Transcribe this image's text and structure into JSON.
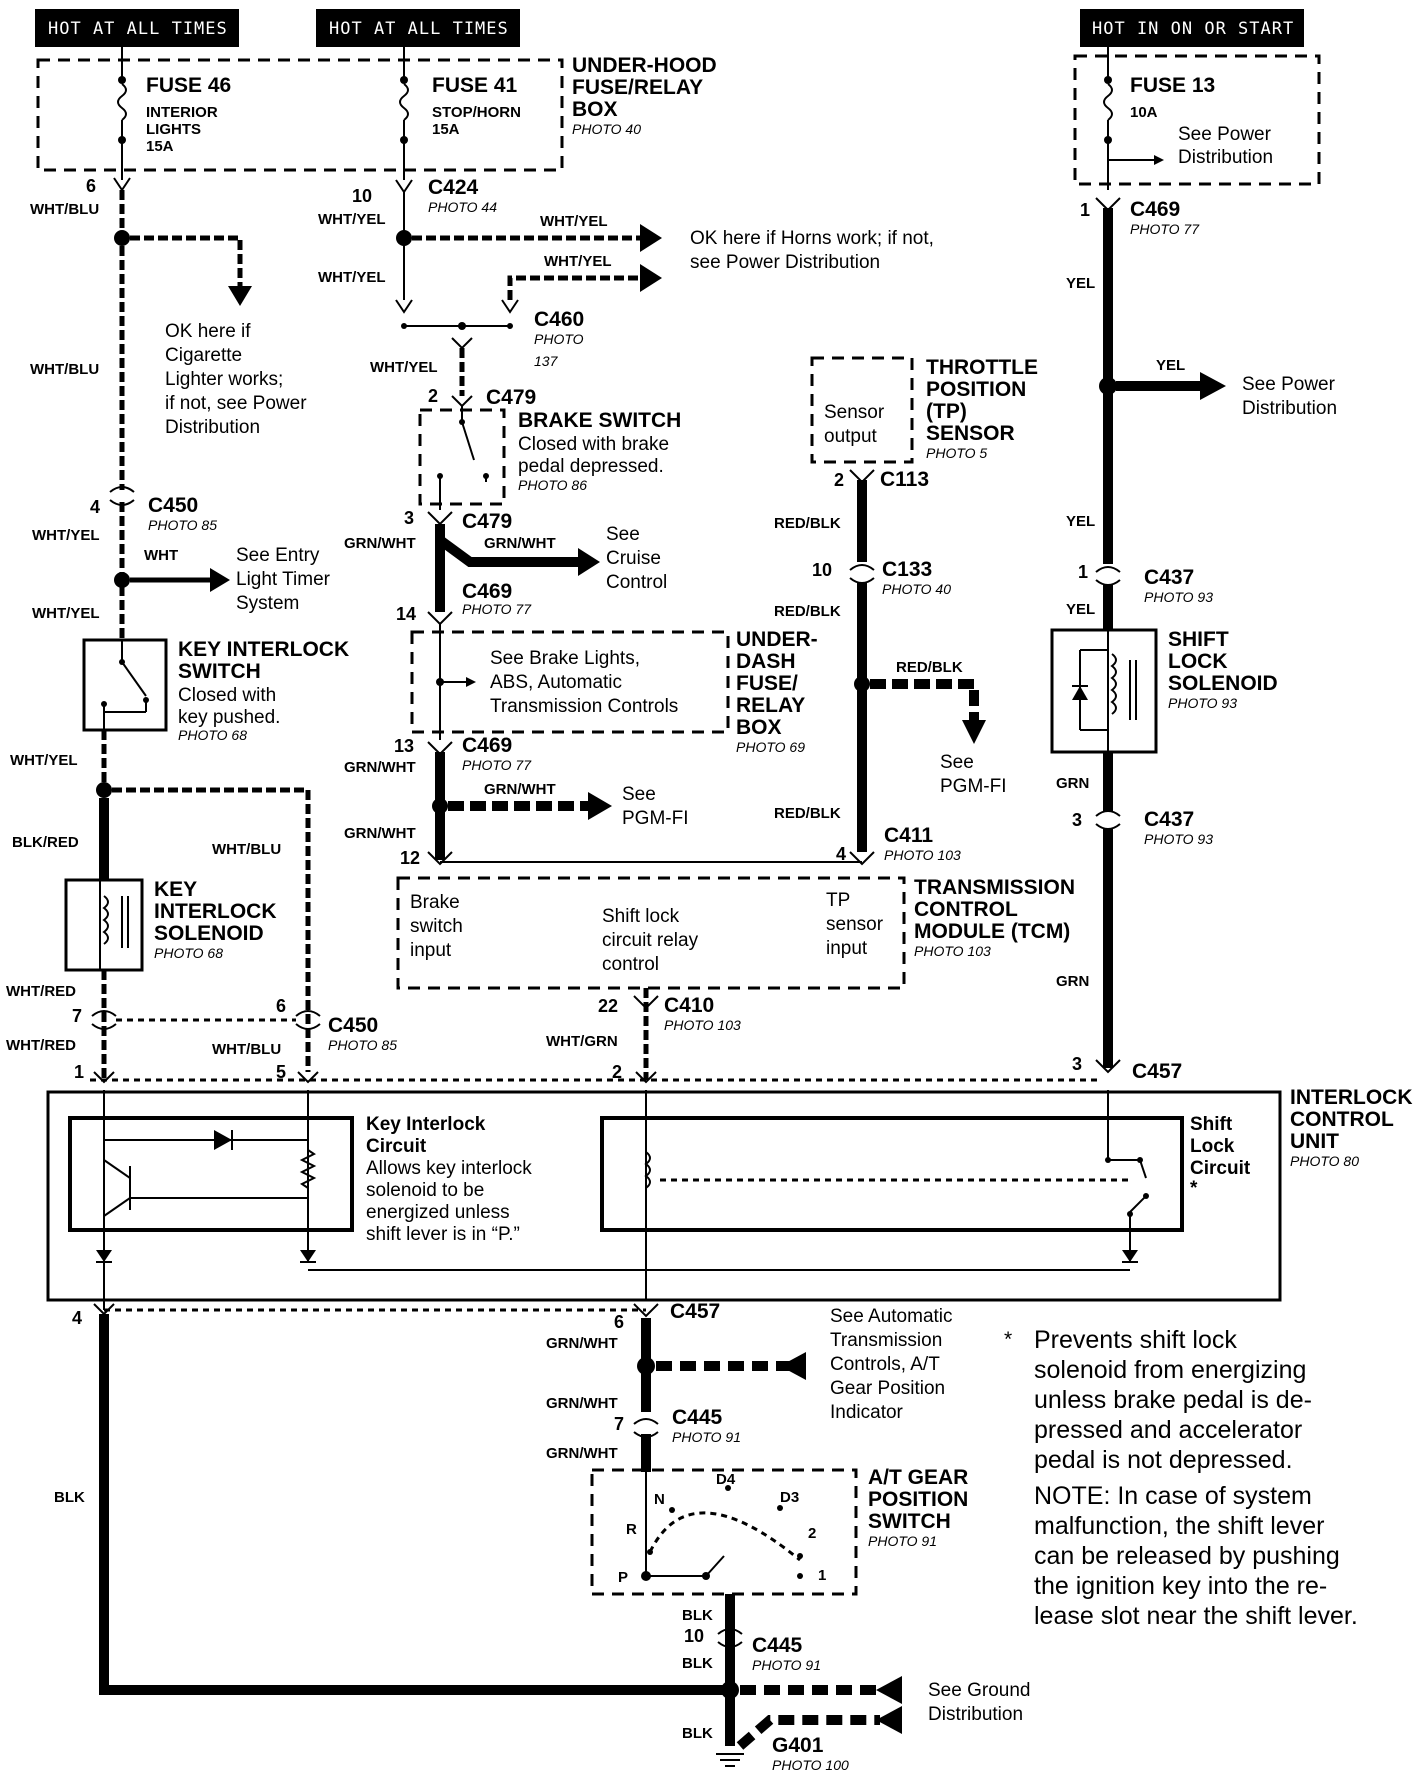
{
  "headers": {
    "hot_at_all_times_1": "HOT AT ALL TIMES",
    "hot_at_all_times_2": "HOT AT ALL TIMES",
    "hot_in_on_or_start": "HOT IN ON OR START"
  },
  "fuses": {
    "fuse46_name": "FUSE 46",
    "fuse46_desc1": "INTERIOR",
    "fuse46_desc2": "LIGHTS",
    "fuse46_amp": "15A",
    "fuse41_name": "FUSE 41",
    "fuse41_desc": "STOP/HORN",
    "fuse41_amp": "15A",
    "fuse13_name": "FUSE 13",
    "fuse13_amp": "10A",
    "fuse13_see1": "See Power",
    "fuse13_see2": "Distribution"
  },
  "underhood": {
    "line1": "UNDER-HOOD",
    "line2": "FUSE/RELAY",
    "line3": "BOX",
    "photo": "PHOTO 40"
  },
  "wire_colors": {
    "wht_blu": "WHT/BLU",
    "wht_yel": "WHT/YEL",
    "wht": "WHT",
    "blk_red": "BLK/RED",
    "wht_red": "WHT/RED",
    "grn_wht": "GRN/WHT",
    "red_blk": "RED/BLK",
    "yel": "YEL",
    "grn": "GRN",
    "wht_grn": "WHT/GRN",
    "blk": "BLK"
  },
  "connectors": {
    "c424": "C424",
    "c424_photo": "PHOTO 44",
    "c460": "C460",
    "c460_photo1": "PHOTO",
    "c460_photo2": "137",
    "c479": "C479",
    "c469": "C469",
    "c469_photo": "PHOTO 77",
    "c450": "C450",
    "c450_photo": "PHOTO 85",
    "c113": "C113",
    "c133": "C133",
    "c133_photo": "PHOTO 40",
    "c411": "C411",
    "c411_photo": "PHOTO 103",
    "c437": "C437",
    "c437_photo": "PHOTO 93",
    "c410": "C410",
    "c410_photo": "PHOTO 103",
    "c457": "C457",
    "c445": "C445",
    "c445_photo": "PHOTO 91",
    "g401": "G401",
    "g401_photo": "PHOTO 100"
  },
  "pins": {
    "p1": "1",
    "p2": "2",
    "p3": "3",
    "p4": "4",
    "p5": "5",
    "p6": "6",
    "p7": "7",
    "p10": "10",
    "p12": "12",
    "p13": "13",
    "p14": "14",
    "p22": "22"
  },
  "notes": {
    "horns1": "OK here if Horns work; if not,",
    "horns2": "see Power Distribution",
    "cig1": "OK here if",
    "cig2": "Cigarette",
    "cig3": "Lighter works;",
    "cig4": "if not, see Power",
    "cig5": "Distribution",
    "entry1": "See Entry",
    "entry2": "Light Timer",
    "entry3": "System",
    "cruise1": "See",
    "cruise2": "Cruise",
    "cruise3": "Control",
    "pgm1": "See",
    "pgm2": "PGM-FI",
    "power1": "See Power",
    "power2": "Distribution",
    "brakelights1": "See Brake Lights,",
    "brakelights2": "ABS, Automatic",
    "brakelights3": "Transmission Controls",
    "atc1": "See Automatic",
    "atc2": "Transmission",
    "atc3": "Controls, A/T",
    "atc4": "Gear Position",
    "atc5": "Indicator",
    "ground1": "See Ground",
    "ground2": "Distribution"
  },
  "components": {
    "brake_switch": "BRAKE SWITCH",
    "brake_desc1": "Closed with brake",
    "brake_desc2": "pedal depressed.",
    "brake_photo": "PHOTO 86",
    "tp1": "THROTTLE",
    "tp2": "POSITION",
    "tp3": "(TP)",
    "tp4": "SENSOR",
    "tp_photo": "PHOTO 5",
    "sensor1": "Sensor",
    "sensor2": "output",
    "underdash1": "UNDER-",
    "underdash2": "DASH",
    "underdash3": "FUSE/",
    "underdash4": "RELAY",
    "underdash5": "BOX",
    "underdash_photo": "PHOTO 69",
    "kis1": "KEY INTERLOCK",
    "kis2": "SWITCH",
    "kis_desc1": "Closed with",
    "kis_desc2": "key pushed.",
    "kis_photo": "PHOTO 68",
    "kisol1": "KEY",
    "kisol2": "INTERLOCK",
    "kisol3": "SOLENOID",
    "kisol_photo": "PHOTO 68",
    "sls1": "SHIFT",
    "sls2": "LOCK",
    "sls3": "SOLENOID",
    "sls_photo": "PHOTO 93",
    "tcm1": "TRANSMISSION",
    "tcm2": "CONTROL",
    "tcm3": "MODULE (TCM)",
    "tcm_photo": "PHOTO 103",
    "tcm_in1a": "Brake",
    "tcm_in1b": "switch",
    "tcm_in1c": "input",
    "tcm_in2a": "Shift lock",
    "tcm_in2b": "circuit relay",
    "tcm_in2c": "control",
    "tcm_in3a": "TP",
    "tcm_in3b": "sensor",
    "tcm_in3c": "input",
    "icu1": "INTERLOCK",
    "icu2": "CONTROL",
    "icu3": "UNIT",
    "icu_photo": "PHOTO 80",
    "kic_title1": "Key Interlock",
    "kic_title2": "Circuit",
    "kic_desc1": "Allows key interlock",
    "kic_desc2": "solenoid to be",
    "kic_desc3": "energized unless",
    "kic_desc4": "shift lever is in “P.”",
    "slc1": "Shift",
    "slc2": "Lock",
    "slc3": "Circuit",
    "slc_star": "*",
    "atg1": "A/T GEAR",
    "atg2": "POSITION",
    "atg3": "SWITCH",
    "atg_photo": "PHOTO 91",
    "pos_p": "P",
    "pos_r": "R",
    "pos_n": "N",
    "pos_d4": "D4",
    "pos_d3": "D3",
    "pos_2": "2",
    "pos_1": "1"
  },
  "footnote": {
    "star": "*",
    "l1": "Prevents shift lock",
    "l2": "solenoid from energizing",
    "l3": "unless brake pedal is de-",
    "l4": "pressed and accelerator",
    "l5": "pedal is not depressed.",
    "n1": "NOTE: In case of system",
    "n2": "malfunction, the shift lever",
    "n3": "can be released by pushing",
    "n4": "the ignition key into the re-",
    "n5": "lease slot near the shift lever."
  }
}
